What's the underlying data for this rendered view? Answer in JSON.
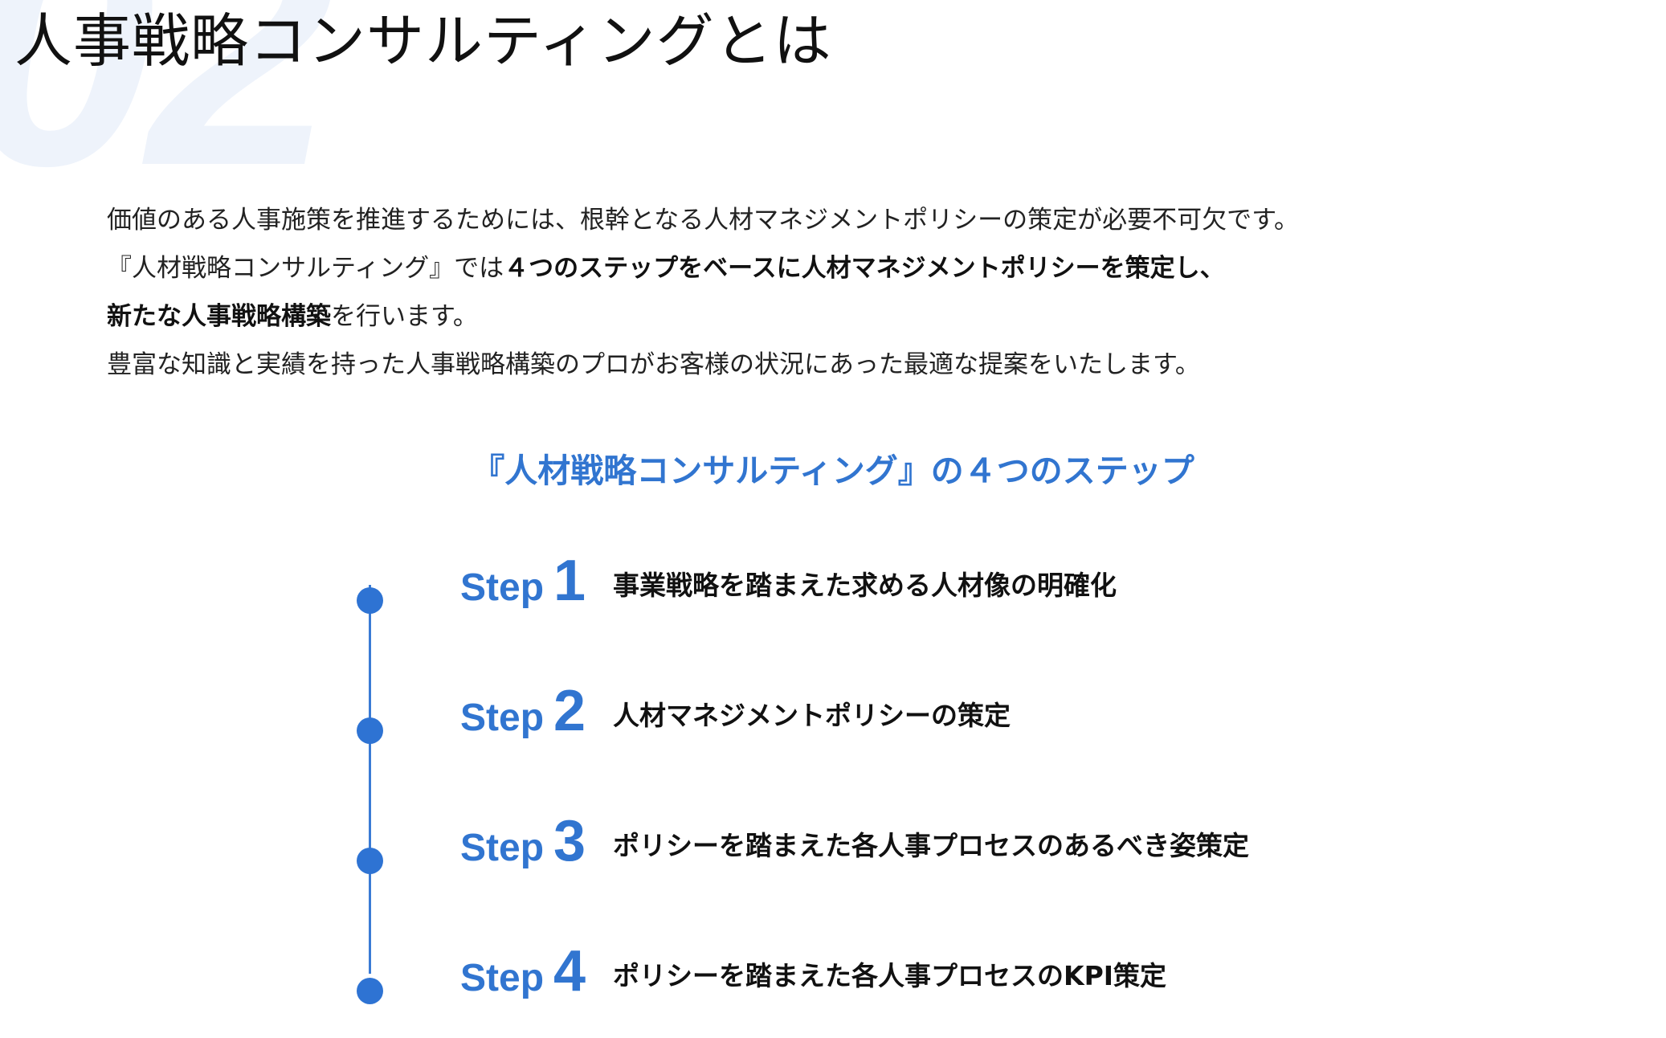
{
  "page": {
    "title": "人事戦略コンサルティングとは"
  },
  "intro": {
    "line1": "価値のある人事施策を推進するためには、根幹となる人材マネジメントポリシーの策定が必要不可欠です。",
    "line2_prefix": "『人材戦略コンサルティング』では",
    "line2_bold": "４つのステップをベースに人材マネジメントポリシーを策定し、",
    "line3_bold": "新たな人事戦略構築",
    "line3_suffix": "を行います。",
    "line4": "豊富な知識と実績を持った人事戦略構築のプロがお客様の状況にあった最適な提案をいたします。"
  },
  "steps_section": {
    "heading": "『人材戦略コンサルティング』の４つのステップ",
    "step_word": "Step",
    "steps": [
      {
        "number": "1",
        "title": "事業戦略を踏まえた求める人材像の明確化"
      },
      {
        "number": "2",
        "title": "人材マネジメントポリシーの策定"
      },
      {
        "number": "3",
        "title": "ポリシーを踏まえた各人事プロセスのあるべき姿策定"
      },
      {
        "number": "4",
        "title": "ポリシーを踏まえた各人事プロセスのKPI策定"
      }
    ]
  },
  "colors": {
    "accent": "#3175d0",
    "timeline": "#2e73d3",
    "watermark": "#eef3fb",
    "text": "#111111"
  }
}
